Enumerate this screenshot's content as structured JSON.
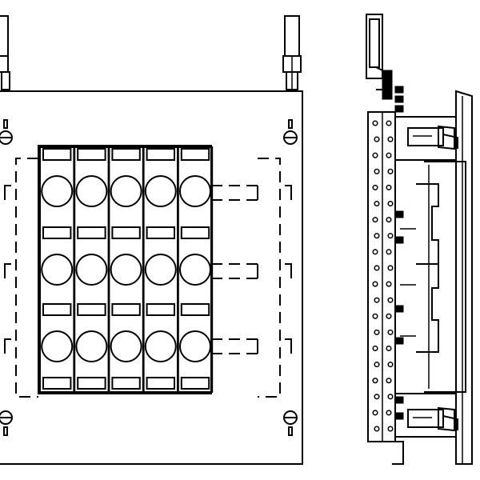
{
  "figure": {
    "views": [
      "front-view",
      "side-view"
    ],
    "front_view": {
      "terminal_columns": 5,
      "terminal_rows": 3,
      "label_strips_per_column": 4,
      "mounting_screws": 4
    },
    "side_view": {
      "perforation_holes": 40,
      "hardware_screws": 9
    },
    "colors": {
      "stroke": "#000000",
      "background": "#ffffff"
    }
  }
}
